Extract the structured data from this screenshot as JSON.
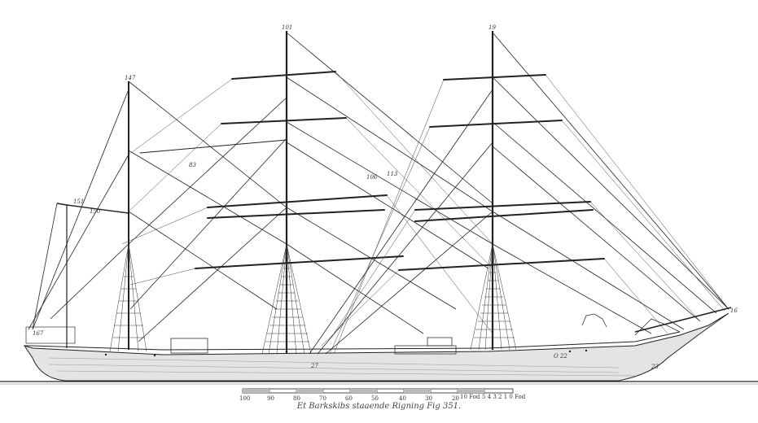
{
  "figure": {
    "caption": "Et Barkskibs staaende Rigning  Fig 351.",
    "scale_ticks": [
      "100",
      "90",
      "80",
      "70",
      "60",
      "50",
      "40",
      "30",
      "20",
      "10 Fod",
      "5 4 3 2 1 0 Fod"
    ],
    "labels": {
      "mizzen_truck": "147",
      "main_truck": "101",
      "fore_truck": "19",
      "bowsprit": "16",
      "stern": "167",
      "main_deck": "27",
      "hull_mark": "O 22",
      "cutwater": "23",
      "spanker_gaff": "151",
      "boom": "150",
      "stay_a": "113",
      "stay_b": "106",
      "stay_c": "83"
    }
  }
}
